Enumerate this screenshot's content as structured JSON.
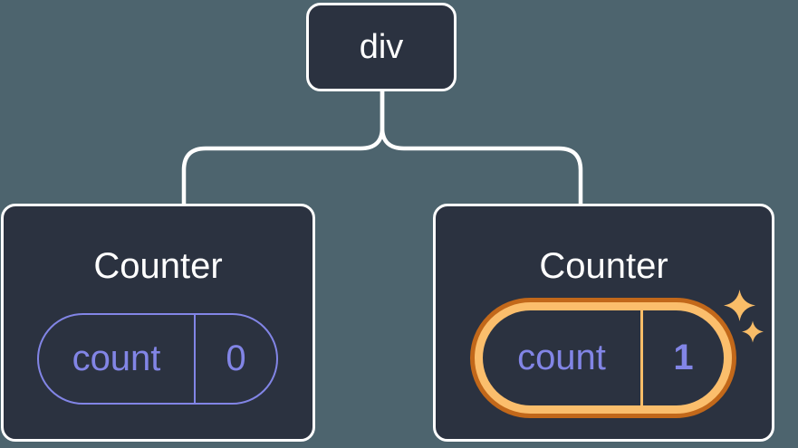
{
  "page": {
    "background_color": "#4d646e"
  },
  "palette": {
    "card_fill": "#2b3240",
    "node_border_color": "#ffffff",
    "connector_color": "#ffffff",
    "state_purple": "#8285e6",
    "highlight_orange_dark": "#c2681a",
    "highlight_orange_light": "#fbbe6c",
    "sparkle_color": "#f9bd68",
    "title_color": "#ffffff"
  },
  "tree": {
    "root": {
      "label": "div"
    },
    "children": [
      {
        "title": "Counter",
        "state": {
          "key": "count",
          "value": "0"
        },
        "highlighted": false
      },
      {
        "title": "Counter",
        "state": {
          "key": "count",
          "value": "1"
        },
        "highlighted": true
      }
    ]
  },
  "icons": {
    "sparkles": "sparkles-icon",
    "connector": "tree-connector"
  }
}
